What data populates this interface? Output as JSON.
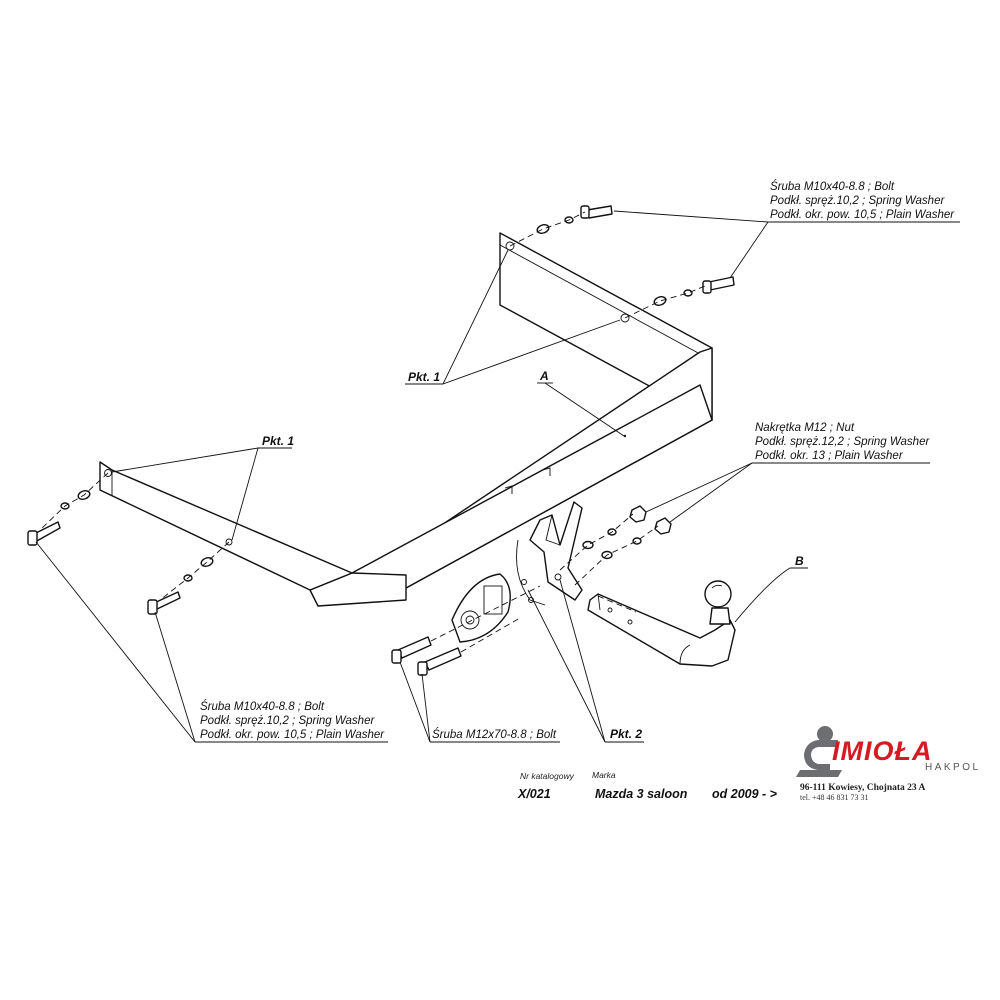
{
  "parts": {
    "main_bar": "A",
    "ball": "B"
  },
  "callouts": {
    "top_right": {
      "line1": "Śruba M10x40-8.8 ;  Bolt",
      "line2": "Podkł. spręż.10,2 ; Spring Washer",
      "line3": "Podkł. okr. pow. 10,5 ; Plain Washer"
    },
    "nut": {
      "line1": "Nakrętka  M12 ; Nut",
      "line2": "Podkł. spręż.12,2 ; Spring Washer",
      "line3": "Podkł. okr. 13 ; Plain Washer"
    },
    "bottom_left": {
      "line1": "Śruba M10x40-8.8 ;  Bolt",
      "line2": "Podkł. spręż.10,2 ; Spring Washer",
      "line3": "Podkł. okr. pow. 10,5 ; Plain Washer"
    },
    "bolt_m12": "Śruba M12x70-8.8 ;  Bolt",
    "pkt1_top": "Pkt. 1",
    "pkt1_left": "Pkt. 1",
    "pkt2": "Pkt. 2"
  },
  "catalog": {
    "nr_label": "Nr katalogowy",
    "marka_label": "Marka",
    "nr_value": "X/021",
    "marka_value": "Mazda 3 saloon",
    "year": "od 2009 - >"
  },
  "brand": {
    "name": "IMIOŁA",
    "sub": "HAKPOL",
    "address": "96-111 Kowiesy, Chojnata 23 A",
    "tel": "tel. +48 46 831 73 31",
    "color": "#d51b22"
  }
}
